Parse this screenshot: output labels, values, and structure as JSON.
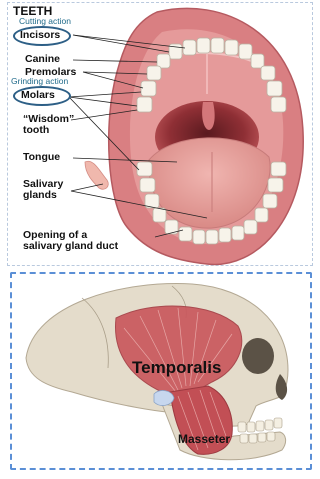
{
  "teeth_panel": {
    "title": "TEETH",
    "cutting_tag": "Cutting action",
    "grinding_tag": "Grinding action",
    "labels": {
      "incisors": "Incisors",
      "canine": "Canine",
      "premolars": "Premolars",
      "molars": "Molars",
      "wisdom": "“Wisdom”\ntooth",
      "tongue": "Tongue",
      "salivary": "Salivary\nglands",
      "duct": "Opening of a\nsalivary gland duct"
    }
  },
  "skull_panel": {
    "temporalis": "Temporalis",
    "masseter": "Masseter"
  },
  "colors": {
    "oval": "#2d5f86",
    "tag_text": "#1f6a8a",
    "dashed_border": "#5b8fd6",
    "muscle": "#c9585d",
    "bone": "#e4dccb"
  }
}
